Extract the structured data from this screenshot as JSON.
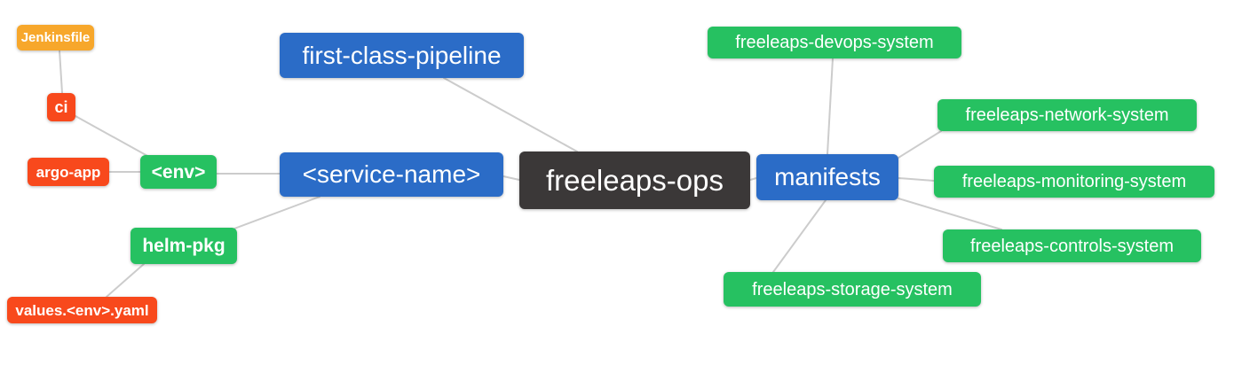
{
  "diagram": {
    "type": "mindmap",
    "root_label": "freeleaps-ops"
  },
  "colors": {
    "blue": "#2b6cc7",
    "green": "#26c161",
    "red": "#f8491c",
    "orange": "#f7a72b",
    "dark": "#3b3838",
    "edge": "#cccccc",
    "node_text": "#ffffff",
    "background": "#ffffff"
  },
  "nodes": {
    "root": {
      "label": "freeleaps-ops",
      "color": "dark"
    },
    "first_class_pipeline": {
      "label": "first-class-pipeline",
      "color": "blue"
    },
    "service_name": {
      "label": "<service-name>",
      "color": "blue"
    },
    "manifests": {
      "label": "manifests",
      "color": "blue"
    },
    "env": {
      "label": "<env>",
      "color": "green"
    },
    "helm_pkg": {
      "label": "helm-pkg",
      "color": "green"
    },
    "ci": {
      "label": "ci",
      "color": "red"
    },
    "argo_app": {
      "label": "argo-app",
      "color": "red"
    },
    "jenkinsfile": {
      "label": "Jenkinsfile",
      "color": "orange"
    },
    "values_env_yaml": {
      "label": "values.<env>.yaml",
      "color": "red"
    },
    "devops_system": {
      "label": "freeleaps-devops-system",
      "color": "green"
    },
    "network_system": {
      "label": "freeleaps-network-system",
      "color": "green"
    },
    "monitoring_system": {
      "label": "freeleaps-monitoring-system",
      "color": "green"
    },
    "controls_system": {
      "label": "freeleaps-controls-system",
      "color": "green"
    },
    "storage_system": {
      "label": "freeleaps-storage-system",
      "color": "green"
    }
  },
  "edges": [
    {
      "from": "jenkinsfile",
      "to": "ci"
    },
    {
      "from": "ci",
      "to": "env"
    },
    {
      "from": "argo_app",
      "to": "env"
    },
    {
      "from": "env",
      "to": "service_name"
    },
    {
      "from": "helm_pkg",
      "to": "service_name"
    },
    {
      "from": "values_env_yaml",
      "to": "helm_pkg"
    },
    {
      "from": "first_class_pipeline",
      "to": "root"
    },
    {
      "from": "service_name",
      "to": "root"
    },
    {
      "from": "root",
      "to": "manifests"
    },
    {
      "from": "manifests",
      "to": "devops_system"
    },
    {
      "from": "manifests",
      "to": "network_system"
    },
    {
      "from": "manifests",
      "to": "monitoring_system"
    },
    {
      "from": "manifests",
      "to": "controls_system"
    },
    {
      "from": "manifests",
      "to": "storage_system"
    }
  ]
}
